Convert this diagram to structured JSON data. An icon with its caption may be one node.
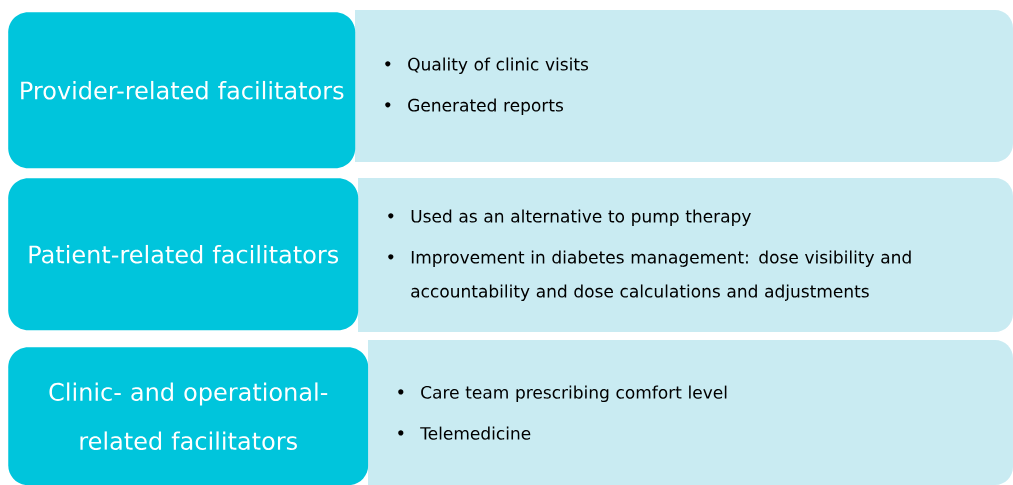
{
  "diagram": {
    "nodes": [
      {
        "text": [
          "Provider-related facilitators"
        ]
      },
      {
        "text": [
          "Quality of clinic visits",
          "Generated reports"
        ]
      },
      {
        "text": [
          "Patient-related facilitators"
        ]
      },
      {
        "text": [
          "Used as an alternative to pump therapy",
          "Improvement in diabetes management: dose visibility and accountability and dose calculations and adjustments"
        ]
      },
      {
        "text": [
          "Clinic- and operational-related facilitators"
        ]
      },
      {
        "text": [
          "Care team prescribing comfort level",
          "Telemedicine"
        ]
      }
    ]
  }
}
